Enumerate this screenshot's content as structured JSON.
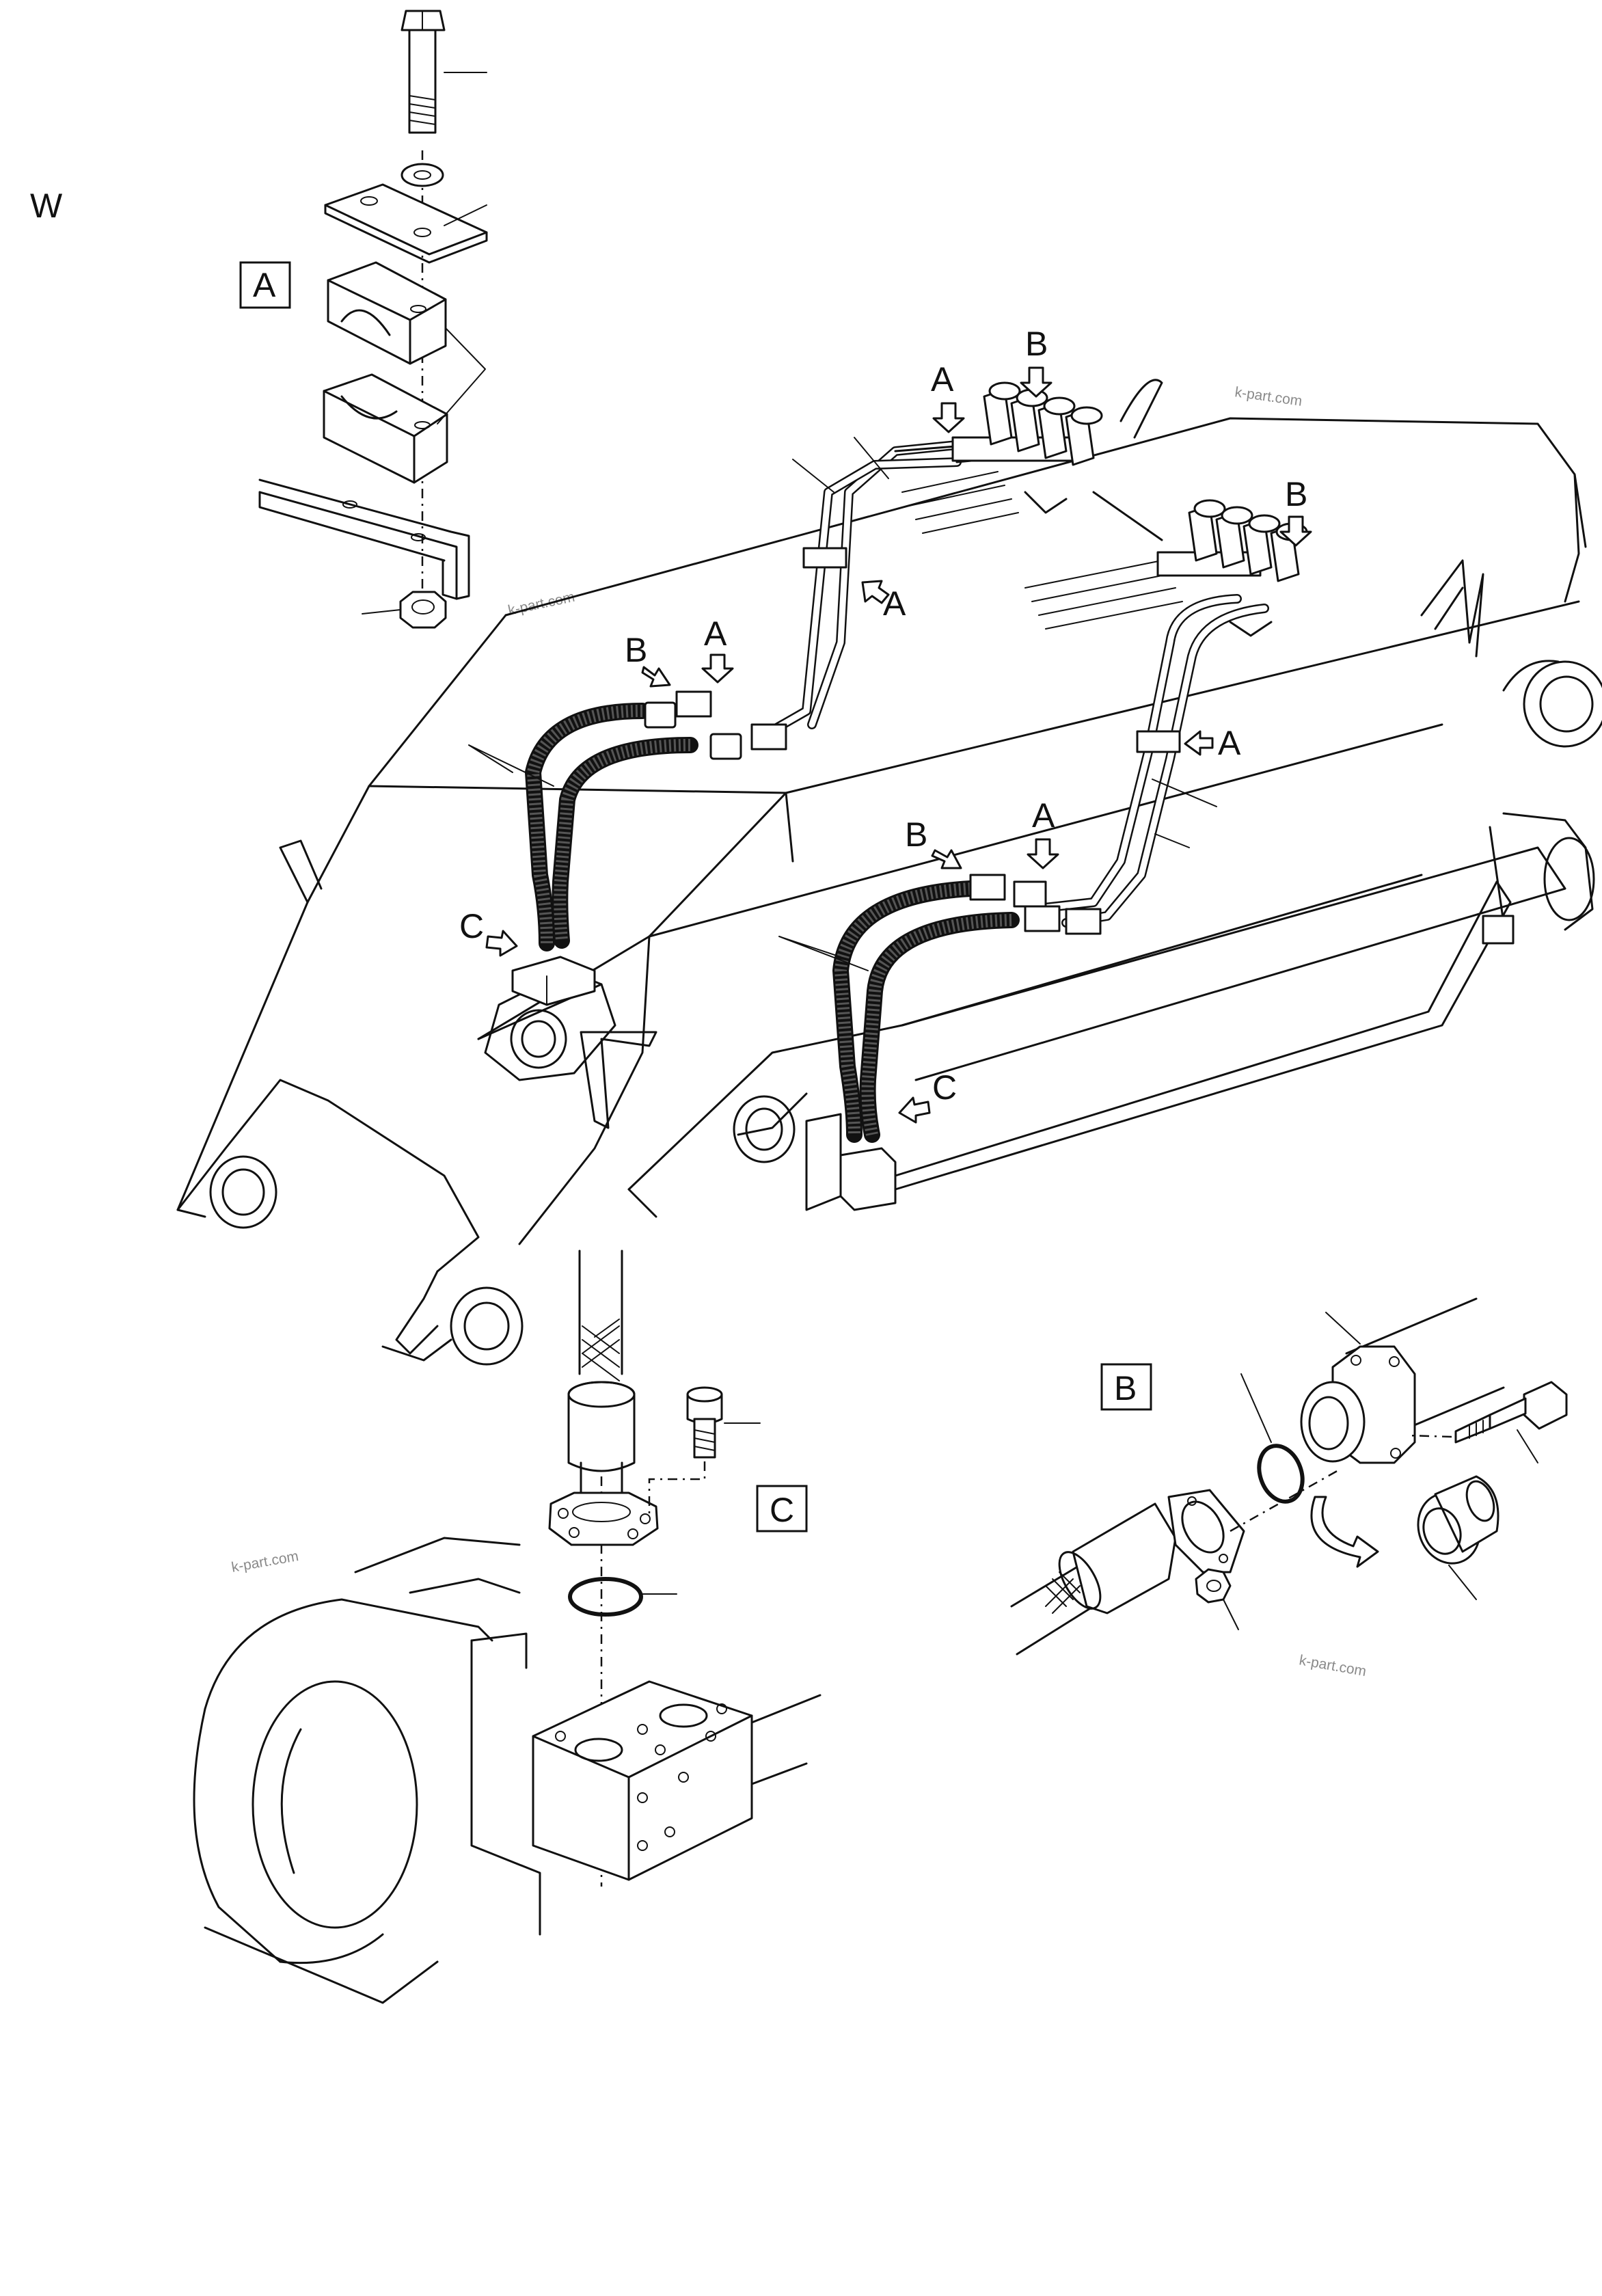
{
  "corner_label": "W",
  "watermark": "k-part.com",
  "callouts": {
    "A": "A",
    "B": "B",
    "C": "C"
  },
  "detail_boxes": {
    "A": "A",
    "B": "B",
    "C": "C"
  },
  "colors": {
    "line": "#111111",
    "background": "#ffffff",
    "watermark": "#8a8a8a"
  }
}
